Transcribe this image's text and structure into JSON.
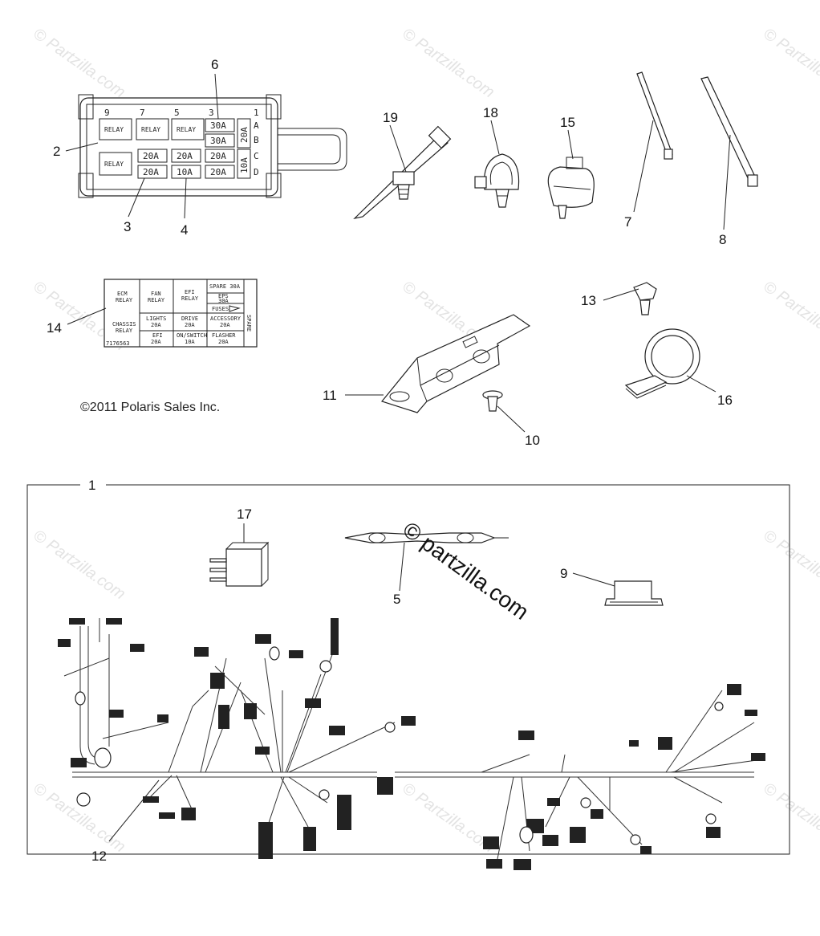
{
  "watermark": {
    "text": "© Partzilla.com",
    "overlay": "© partzilla.com"
  },
  "copyright": "©2011 Polaris Sales Inc.",
  "callouts": {
    "c1": "1",
    "c2": "2",
    "c3": "3",
    "c4": "4",
    "c5": "5",
    "c6": "6",
    "c7": "7",
    "c8": "8",
    "c9": "9",
    "c10": "10",
    "c11": "11",
    "c12": "12",
    "c13": "13",
    "c14": "14",
    "c15": "15",
    "c16": "16",
    "c17": "17",
    "c18": "18",
    "c19": "19"
  },
  "fuse_box": {
    "top_numbers": [
      "9",
      "7",
      "5",
      "3",
      "1"
    ],
    "row_letters": [
      "A",
      "B",
      "C",
      "D"
    ],
    "relay_label": "RELAY",
    "fuses": {
      "f30a_top": "30A",
      "f30a_mid": "30A",
      "f20a_r2c2": "20A",
      "f20a_r2c3": "20A",
      "f20a_r2c4": "20A",
      "f20a_r3c2": "20A",
      "f10a_r3c3": "10A",
      "f20a_r3c4": "20A",
      "side_20a": "20A",
      "side_10a": "10A"
    }
  },
  "fuse_label": {
    "ecm": [
      "ECM",
      "RELAY"
    ],
    "fan": [
      "FAN",
      "RELAY"
    ],
    "efi": [
      "EFI",
      "RELAY"
    ],
    "spare30": "SPARE 30A",
    "eps": [
      "EPS",
      "30A"
    ],
    "fuses_arrow": "FUSES",
    "chassis": [
      "CHASSIS",
      "RELAY"
    ],
    "lights": [
      "LIGHTS",
      "20A"
    ],
    "drive": [
      "DRIVE",
      "20A"
    ],
    "accessory": [
      "ACCESSORY",
      "20A"
    ],
    "efi_fuse": [
      "EFI",
      "20A"
    ],
    "onswitch": [
      "ON/SWITCH",
      "10A"
    ],
    "flasher": [
      "FLASHER",
      "20A"
    ],
    "spare_side": "SPARE",
    "part_no": "7176563"
  }
}
